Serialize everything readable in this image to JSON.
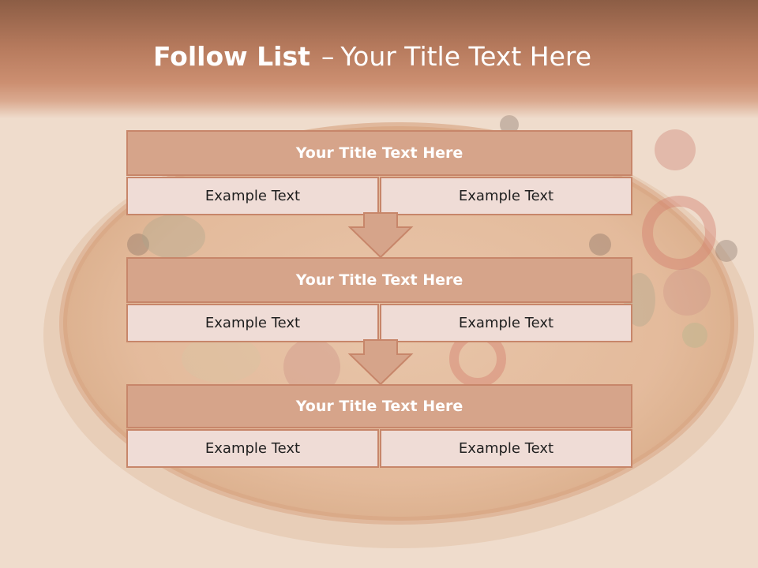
{
  "slide": {
    "title_bold": "Follow List",
    "title_sep": "–",
    "title_rest": "Your Title Text Here"
  },
  "blocks": [
    {
      "title": "Your Title Text Here",
      "left": "Example Text",
      "right": "Example Text"
    },
    {
      "title": "Your Title Text Here",
      "left": "Example Text",
      "right": "Example Text"
    },
    {
      "title": "Your Title Text Here",
      "left": "Example Text",
      "right": "Example Text"
    }
  ],
  "colors": {
    "title_fill": "#d6a48a",
    "cell_fill": "#efdcd6",
    "border": "#c7866a",
    "header_band": "#b67a5d"
  }
}
